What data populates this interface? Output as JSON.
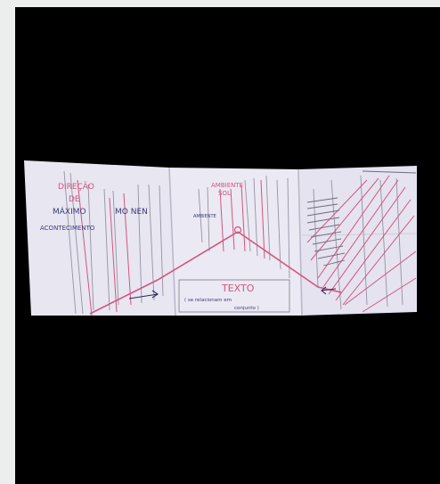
{
  "photo": {
    "background": "#000000",
    "subject": "hand-drawn sketch on folded paper",
    "colors": {
      "paper": "#e9e7f2",
      "pink_ink": "#d2557f",
      "grey_pencil": "#8a8496",
      "blue_ink": "#3b3b7a"
    }
  },
  "sketch": {
    "text_left_1": "DIREÇÃO",
    "text_left_2": "DE",
    "text_left_3": "MÁXIMO",
    "text_left_4": "ACONTECIMENTO",
    "text_mid": "MO NEN",
    "text_mid2": "AMBIENTE",
    "text_top": "AMBIENTE",
    "text_top2": "SOL",
    "text_box_title": "TEXTO",
    "text_box_sub1": "( se relacionam em",
    "text_box_sub2": "conjunto )"
  }
}
